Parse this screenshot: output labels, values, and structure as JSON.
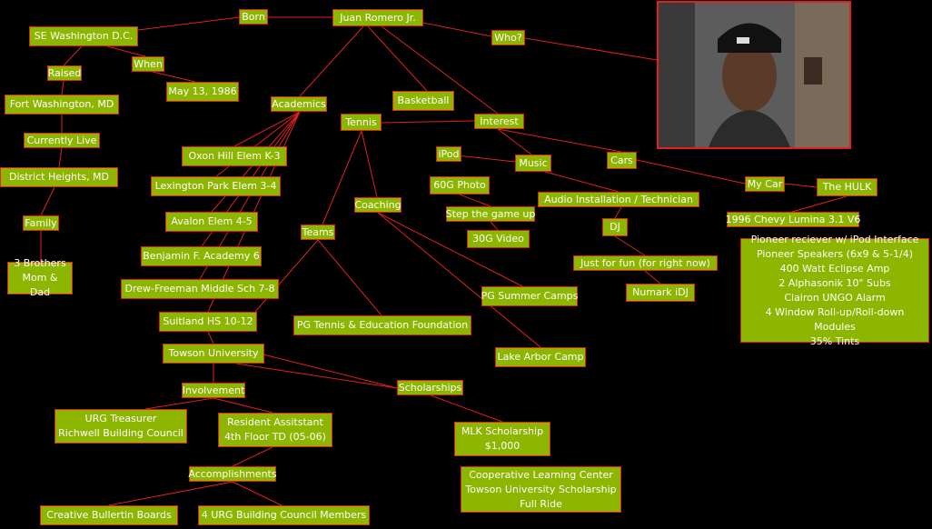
{
  "nodes": {
    "juan_romero": "Juan Romero Jr.",
    "born": "Born",
    "se_washington": "SE Washington D.C.",
    "who": "Who?",
    "when": "When",
    "may13": "May 13, 1986",
    "raised": "Raised",
    "fort_washington": "Fort Washington, MD",
    "currently_live": "Currently Live",
    "district_heights": "District Heights, MD",
    "family": "Family",
    "brothers": "3 Brothers\nMom & Dad",
    "academics": "Academics",
    "basketball": "Basketball",
    "tennis": "Tennis",
    "interest": "Interest",
    "ipod": "iPod",
    "music": "Music",
    "cars": "Cars",
    "my_car": "My Car",
    "the_hulk": "The HULK",
    "chevy": "1996 Chevy Lumina 3.1 V6",
    "car_specs": "Pioneer reciever w/ iPod Interface\nPioneer Speakers (6x9 & 5-1/4)\n400 Watt Eclipse Amp\n2 Alphasonik 10\" Subs\nClairon UNGO Alarm\n4 Window Roll-up/Roll-down Modules\n35% Tints",
    "oxon_hill": "Oxon Hill Elem K-3",
    "lexington": "Lexington Park Elem 3-4",
    "avalon": "Avalon Elem 4-5",
    "benjamin": "Benjamin F. Academy 6",
    "drew_freeman": "Drew-Freeman Middle Sch 7-8",
    "suitland": "Suitland HS 10-12",
    "towson": "Towson University",
    "involvement": "Involvement",
    "urg_treasurer": "URG Treasurer\nRichwell Building Council",
    "resident_assistant": "Resident Assitstant\n4th Floor TD (05-06)",
    "accomplishments": "Accomplishments",
    "creative": "Creative Bullertin Boards",
    "urg_members": "4 URG Building Council Members",
    "gb60": "60G Photo",
    "step_game": "Step the game up",
    "gb30": "30G Video",
    "audio": "Audio Installation / Technician",
    "dj": "DJ",
    "just_fun": "Just for fun (for right now)",
    "numark": "Numark iDJ",
    "coaching": "Coaching",
    "teams": "Teams",
    "pg_summer": "PG Summer Camps",
    "lake_arbor": "Lake Arbor Camp",
    "pg_tennis": "PG Tennis & Education Foundation",
    "scholarships": "Scholarships",
    "mlk": "MLK Scholarship\n$1,000",
    "cooperative": "Cooperative Learning Center\nTowson University Scholarship\nFull Ride"
  },
  "colors": {
    "node_fill": "#8db600",
    "border": "#e0201e",
    "text": "#ffffff",
    "background": "#000000"
  }
}
